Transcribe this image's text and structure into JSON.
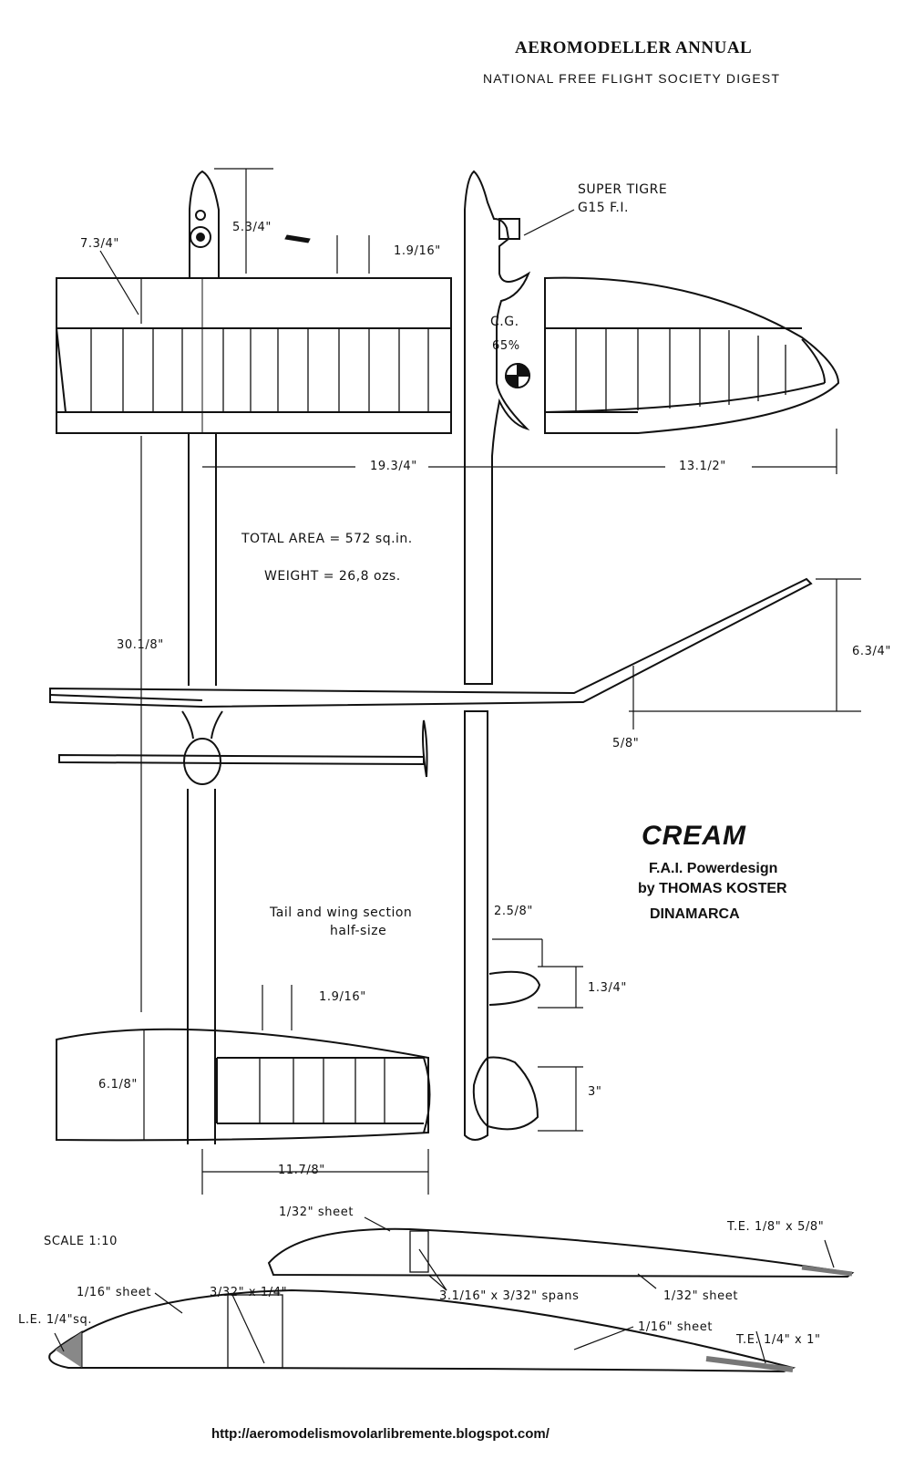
{
  "header": {
    "title": "AEROMODELLER ANNUAL",
    "subtitle": "NATIONAL FREE FLIGHT SOCIETY DIGEST"
  },
  "dimensions": {
    "nose_length": "5.3/4\"",
    "wing_chord": "7.3/4\"",
    "spar_spacing_wing": "1.9/16\"",
    "half_span_center": "19.3/4\"",
    "tip_panel": "13.1/2\"",
    "fuselage_length": "30.1/8\"",
    "tip_dihedral": "6.3/4\"",
    "center_dihedral": "5/8\"",
    "rudder_width": "2.5/8\"",
    "rudder_height": "1.3/4\"",
    "fin_height": "3\"",
    "stab_chord": "6.1/8\"",
    "spar_spacing_stab": "1.9/16\"",
    "stab_half_span": "11.7/8\""
  },
  "labels": {
    "engine_line1": "SUPER TIGRE",
    "engine_line2": "G15 F.I.",
    "cg_label": "C.G.",
    "cg_percent": "65%",
    "total_area": "TOTAL AREA = 572 sq.in.",
    "weight": "WEIGHT = 26,8 ozs.",
    "section_note_line1": "Tail and wing section",
    "section_note_line2": "half-size",
    "scale": "SCALE 1:10"
  },
  "model": {
    "name": "CREAM",
    "type": "F.A.I. Powerdesign",
    "designer": "by THOMAS KOSTER",
    "country": "DINAMARCA"
  },
  "section_notes": {
    "tail_sheet_top": "1/32\" sheet",
    "tail_te": "T.E. 1/8\" x 5/8\"",
    "spans": "3.1/16\" x 3/32\" spans",
    "tail_sheet_bottom": "1/32\" sheet",
    "wing_sheet_top": "1/16\" sheet",
    "wing_spar": "3/32\" x 1/4\"",
    "wing_le": "L.E. 1/4\"sq.",
    "wing_sheet_aft": "1/16\" sheet",
    "wing_te": "T.E. 1/4\" x 1\""
  },
  "footer": {
    "url": "http://aeromodelismovolarlibremente.blogspot.com/"
  }
}
